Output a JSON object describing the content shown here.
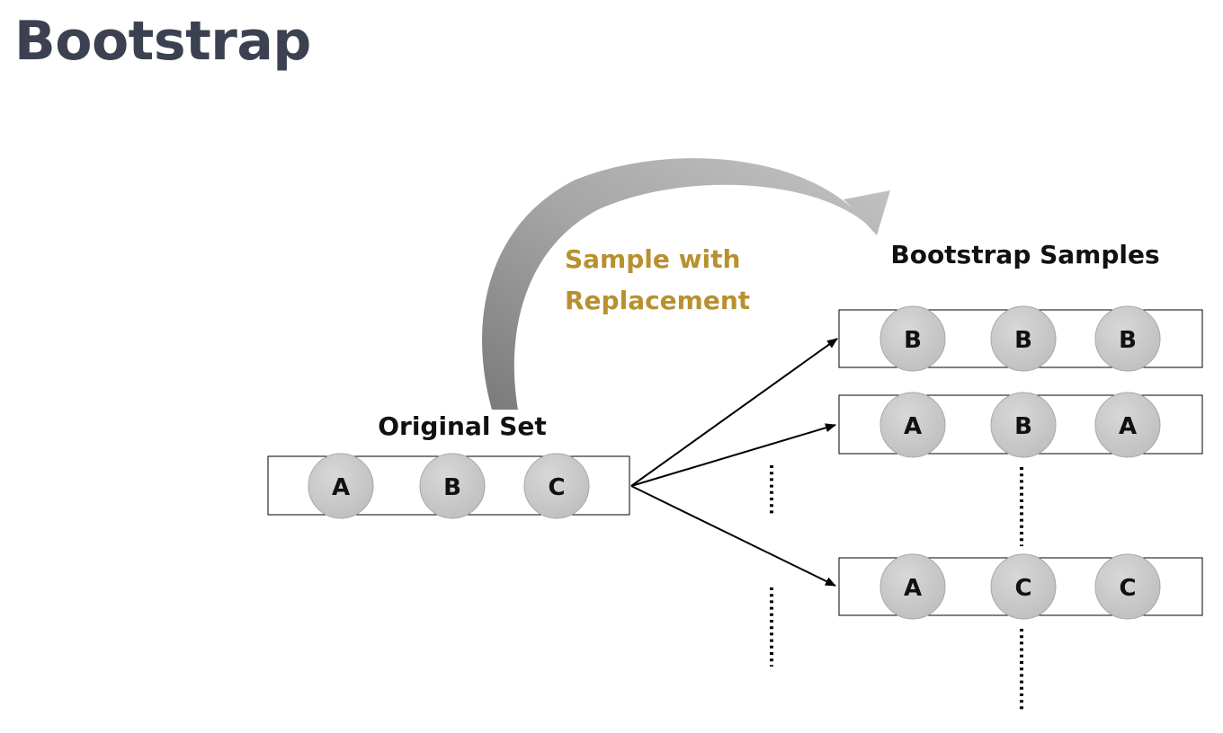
{
  "slide": {
    "title": "Bootstrap"
  },
  "diagram": {
    "original_set": {
      "label": "Original Set",
      "items": [
        "A",
        "B",
        "C"
      ]
    },
    "sampling_label": {
      "line1": "Sample with",
      "line2": "Replacement",
      "color": "#b8912e"
    },
    "bootstrap_samples": {
      "label": "Bootstrap Samples",
      "samples": [
        [
          "B",
          "B",
          "B"
        ],
        [
          "A",
          "B",
          "A"
        ],
        [
          "A",
          "C",
          "C"
        ]
      ]
    },
    "colors": {
      "circle_fill": "#c8c8c8",
      "circle_stroke": "#a8a8a8",
      "curved_arrow": "#8c8c8c",
      "text": "#111111",
      "title": "#3b4150"
    }
  }
}
